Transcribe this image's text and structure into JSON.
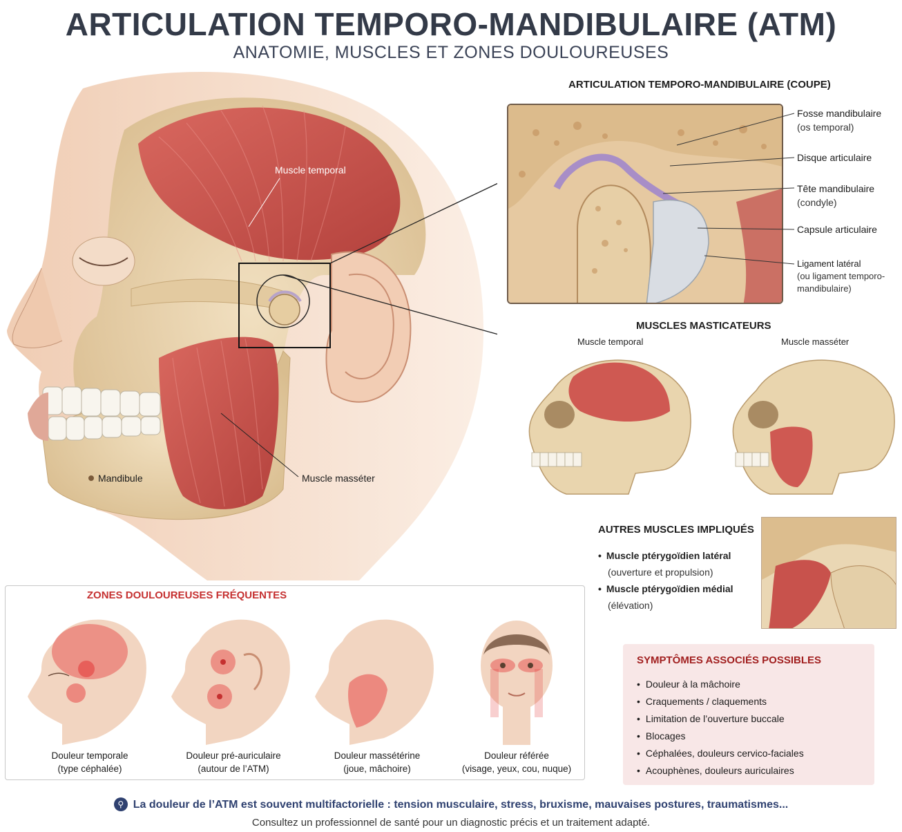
{
  "header": {
    "title": "ARTICULATION TEMPORO-MANDIBULAIRE (ATM)",
    "subtitle": "ANATOMIE, MUSCLES ET ZONES DOULOUREUSES"
  },
  "main_figure": {
    "labels": {
      "temporal": "Muscle temporal",
      "masseter": "Muscle masséter",
      "mandible": "Mandibule"
    }
  },
  "coupe": {
    "title": "ARTICULATION TEMPORO-MANDIBULAIRE (COUPE)",
    "labels": [
      {
        "main": "Fosse mandibulaire",
        "sub": "(os temporal)"
      },
      {
        "main": "Disque articulaire",
        "sub": ""
      },
      {
        "main": "Tête mandibulaire",
        "sub": "(condyle)"
      },
      {
        "main": "Capsule articulaire",
        "sub": ""
      },
      {
        "main": "Ligament latéral",
        "sub": "(ou ligament temporo-mandibulaire)"
      }
    ]
  },
  "masticateurs": {
    "title": "MUSCLES MASTICATEURS",
    "temporal": "Muscle temporal",
    "masseter": "Muscle masséter"
  },
  "autres": {
    "title": "AUTRES MUSCLES IMPLIQUÉS",
    "items": [
      {
        "name": "Muscle ptérygoïdien latéral",
        "desc": "(ouverture et propulsion)"
      },
      {
        "name": "Muscle ptérygoïdien médial",
        "desc": "(élévation)"
      }
    ]
  },
  "zones": {
    "title": "ZONES DOULOUREUSES FRÉQUENTES",
    "items": [
      {
        "label": "Douleur temporale",
        "sub": "(type céphalée)"
      },
      {
        "label": "Douleur pré-auriculaire",
        "sub": "(autour de l’ATM)"
      },
      {
        "label": "Douleur massétérine",
        "sub": "(joue, mâchoire)"
      },
      {
        "label": "Douleur référée",
        "sub": "(visage, yeux, cou, nuque)"
      }
    ]
  },
  "symptomes": {
    "title": "SYMPTÔMES ASSOCIÉS POSSIBLES",
    "items": [
      "Douleur à la mâchoire",
      "Craquements / claquements",
      "Limitation de l’ouverture buccale",
      "Blocages",
      "Céphalées, douleurs cervico-faciales",
      "Acouphènes, douleurs auriculaires"
    ]
  },
  "footer": {
    "note": "La douleur de l’ATM est souvent multifactorielle : tension musculaire, stress, bruxisme, mauvaises postures, traumatismes...",
    "advice": "Consultez un professionnel de santé pour un diagnostic précis et un traitement adapté."
  },
  "colors": {
    "title": "#333a48",
    "muscle": "#c9544e",
    "bone": "#e8d3ac",
    "skin": "#f1d2bc",
    "pain": "#e53e3e",
    "symptom_bg": "#f8e7e7",
    "footer": "#2f4170"
  }
}
